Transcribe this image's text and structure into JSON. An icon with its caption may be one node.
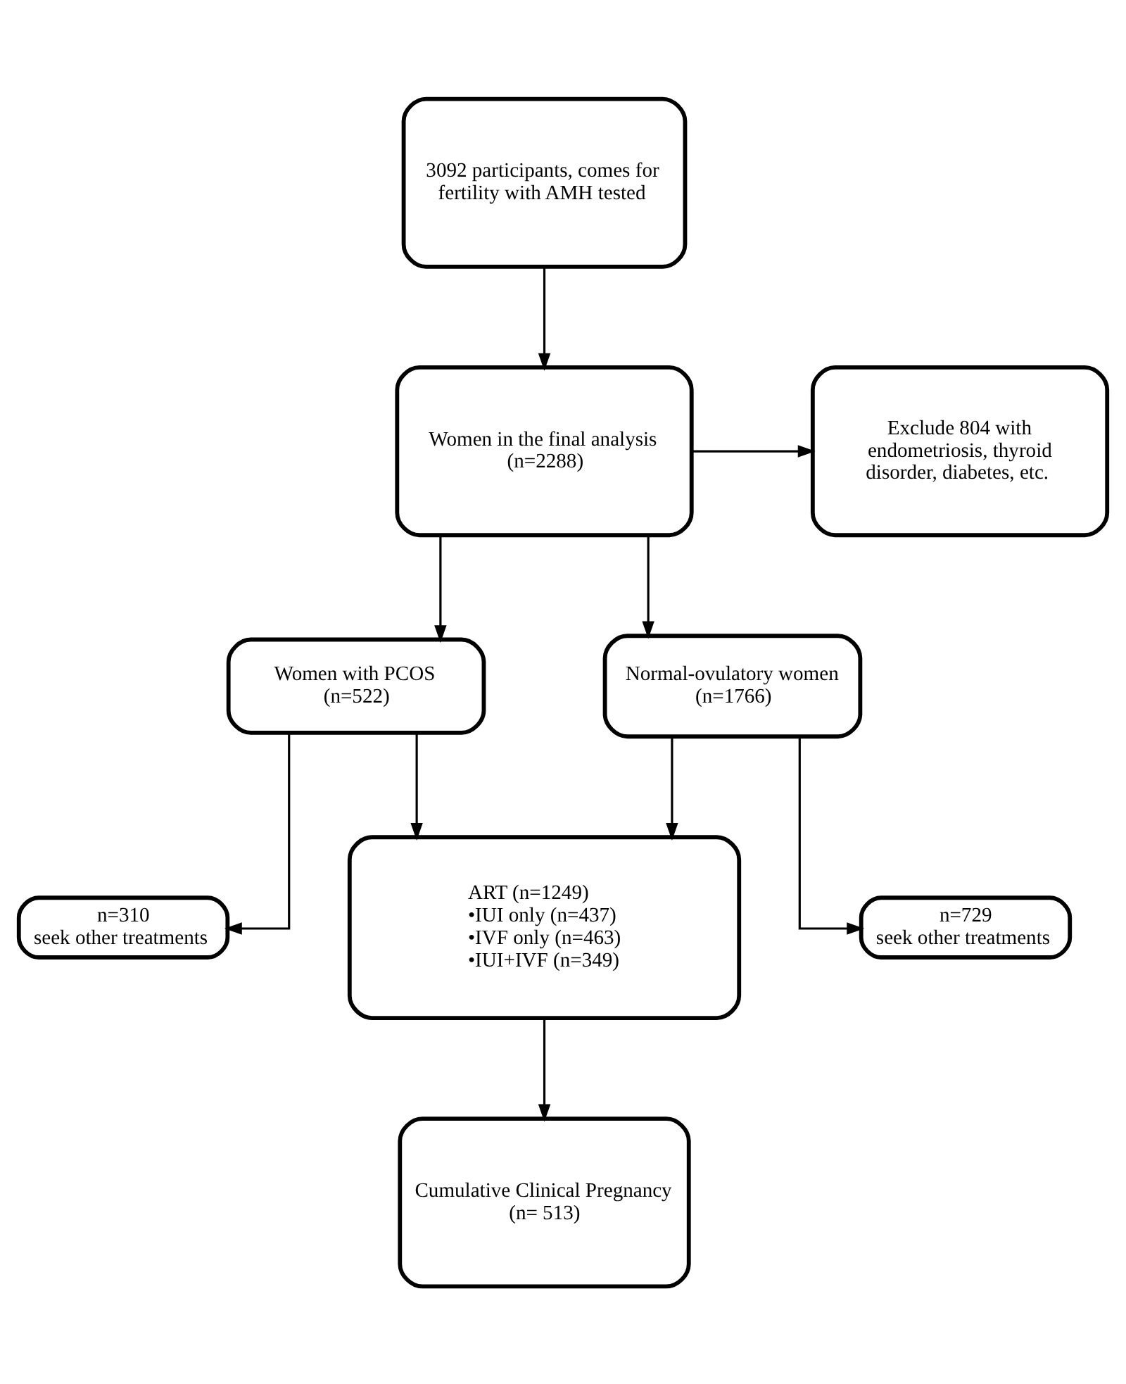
{
  "diagram": {
    "nodes": [
      {
        "text": [
          "3092 participants, comes for fertility with AMH tested"
        ]
      },
      {
        "text": [
          "Women in the final analysis",
          "(n=2288)"
        ]
      },
      {
        "text": [
          "Exclude 804 with endometriosis, thyroid disorder, diabetes, etc."
        ]
      },
      {
        "text": [
          "Women with PCOS",
          "(n=522)"
        ]
      },
      {
        "text": [
          "Normal-ovulatory women",
          "(n=1766)"
        ]
      },
      {
        "text": [
          "n=310",
          "seek other treatments"
        ]
      },
      {
        "text": [
          "ART (n=1249)",
          "•IUI only (n=437)",
          "•IVF only (n=463)",
          "•IUI+IVF (n=349)"
        ]
      },
      {
        "text": [
          "n=729",
          "seek other treatments"
        ]
      },
      {
        "text": [
          "Cumulative Clinical Pregnancy",
          "(n= 513)"
        ]
      }
    ],
    "edges": [
      {
        "from": 0,
        "to": 1,
        "arrow": "to"
      },
      {
        "from": 1,
        "to": 2,
        "arrow": "to"
      },
      {
        "from": 1,
        "to": 3,
        "arrow": "to"
      },
      {
        "from": 1,
        "to": 4,
        "arrow": "to"
      },
      {
        "from": 3,
        "to": 5,
        "arrow": "to"
      },
      {
        "from": 3,
        "to": 6,
        "arrow": "to"
      },
      {
        "from": 4,
        "to": 6,
        "arrow": "to"
      },
      {
        "from": 4,
        "to": 7,
        "arrow": "to"
      },
      {
        "from": 6,
        "to": 8,
        "arrow": "to"
      }
    ]
  }
}
